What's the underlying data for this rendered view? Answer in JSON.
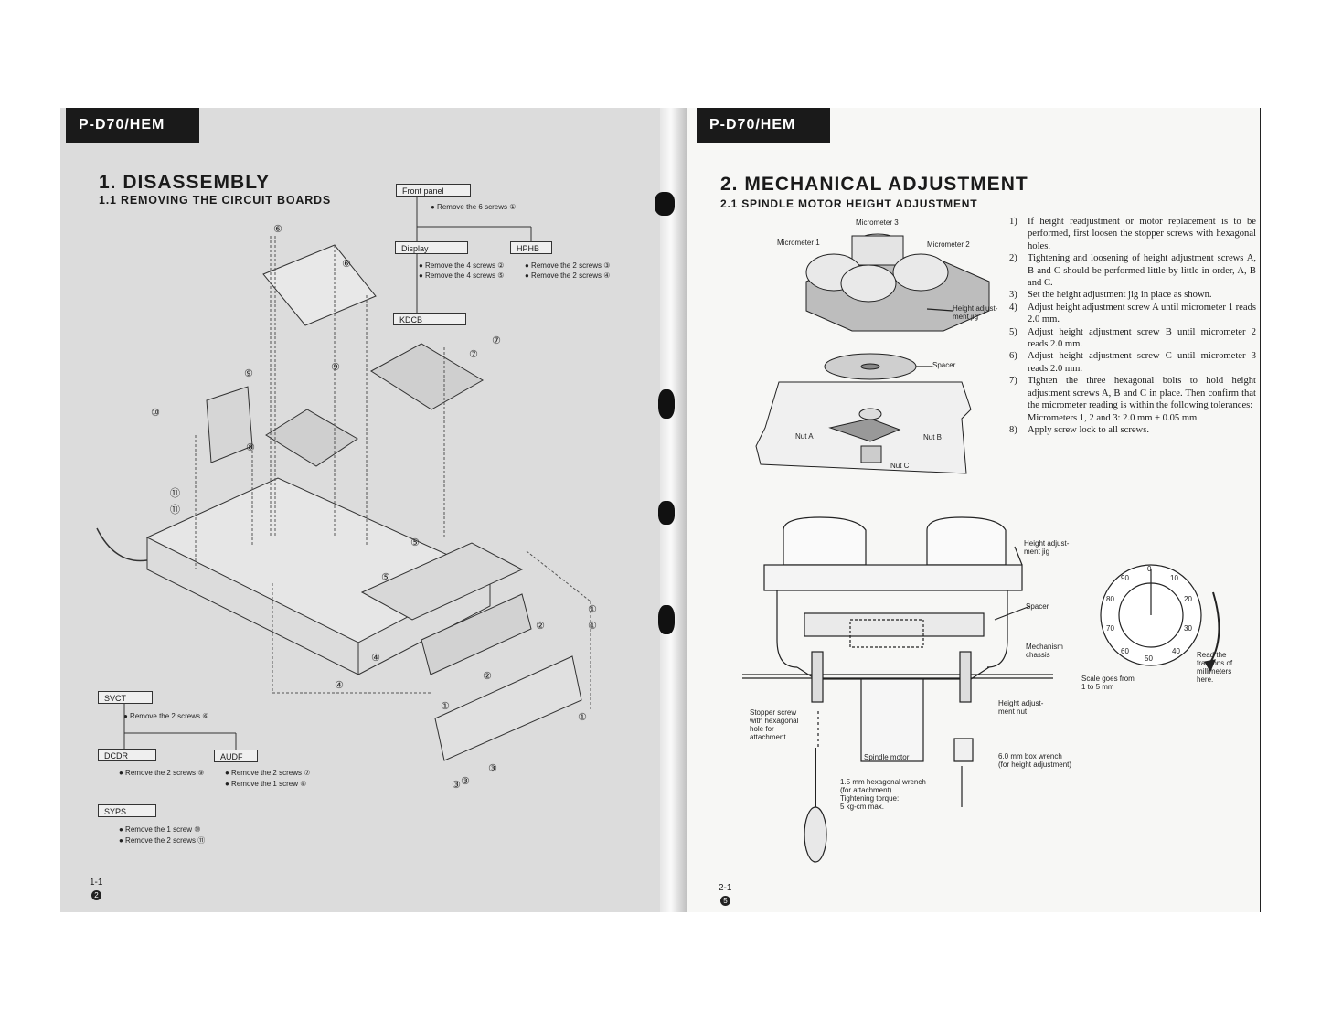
{
  "left_page": {
    "model": "P-D70/HEM",
    "title": "1. DISASSEMBLY",
    "subtitle": "1.1 REMOVING THE CIRCUIT BOARDS",
    "flow": {
      "front_panel": "Front panel",
      "front_note": "● Remove the 6 screws ①",
      "display": "Display",
      "display_notes": [
        "● Remove the 4 screws ②",
        "● Remove the 4 screws ⑤"
      ],
      "hphb": "HPHB",
      "hphb_notes": [
        "● Remove the 2 screws ③",
        "● Remove the 2 screws ④"
      ],
      "kdcb": "KDCB",
      "svct": "SVCT",
      "svct_note": "● Remove the 2 screws ⑥",
      "dcdr": "DCDR",
      "dcdr_note": "● Remove the 2 screws ⑨",
      "audf": "AUDF",
      "audf_notes": [
        "● Remove the 2 screws ⑦",
        "● Remove the 1 screw ⑧"
      ],
      "syps": "SYPS",
      "syps_notes": [
        "● Remove the 1 screw ⑩",
        "● Remove the 2 screws ⑪"
      ]
    },
    "screw_markers": [
      "⑥",
      "⑥",
      "⑦",
      "⑦",
      "⑨",
      "⑨",
      "⑩",
      "⑧",
      "⑪",
      "⑪",
      "⑤",
      "⑤",
      "②",
      "①",
      "①",
      "④",
      "④",
      "②",
      "③",
      "③",
      "①",
      "①",
      "③"
    ],
    "page_num": "1-1",
    "page_dot": "2"
  },
  "right_page": {
    "model": "P-D70/HEM",
    "title": "2. MECHANICAL ADJUSTMENT",
    "subtitle": "2.1 SPINDLE MOTOR HEIGHT ADJUSTMENT",
    "labels": {
      "micrometer3": "Micrometer 3",
      "micrometer1": "Micrometer 1",
      "micrometer2": "Micrometer 2",
      "jig": "Height adjust-\nment jig",
      "spacer": "Spacer",
      "nut_a": "Nut A",
      "nut_b": "Nut B",
      "nut_c": "Nut C",
      "jig2": "Height adjust-\nment jig",
      "spacer2": "Spacer",
      "chassis": "Mechanism\nchassis",
      "stopper": "Stopper screw\nwith hexagonal\nhole for\nattachment",
      "nut2": "Height adjust-\nment nut",
      "spindle_motor": "Spindle motor",
      "wrench": "1.5 mm hexagonal wrench\n(for attachment)\nTightening torque:\n5 kg-cm max.",
      "box_wrench": "6.0 mm box wrench\n(for height adjustment)",
      "scale": "Scale goes from\n1 to 5 mm",
      "read": "Read the\nfractions of\nmillimeters\nhere."
    },
    "dial_ticks": [
      "0",
      "10",
      "20",
      "30",
      "40",
      "50",
      "60",
      "70",
      "80",
      "90"
    ],
    "steps": [
      {
        "n": "1)",
        "t": "If height readjustment or motor replacement is to be performed, first loosen the stopper screws with hexagonal holes."
      },
      {
        "n": "2)",
        "t": "Tightening and loosening of height adjustment screws A, B and C should be performed little by little in order, A, B and C."
      },
      {
        "n": "3)",
        "t": "Set the height adjustment jig in place as shown."
      },
      {
        "n": "4)",
        "t": "Adjust height adjustment screw A until micrometer 1 reads 2.0 mm."
      },
      {
        "n": "5)",
        "t": "Adjust height adjustment screw B until micrometer 2 reads 2.0 mm."
      },
      {
        "n": "6)",
        "t": "Adjust height adjustment screw C until micrometer 3 reads 2.0 mm."
      },
      {
        "n": "7)",
        "t": "Tighten the three hexagonal bolts to hold height adjustment screws A, B and C in place. Then confirm that the micrometer reading is within the following tolerances:"
      },
      {
        "n": "8)",
        "t": "Apply screw lock to all screws."
      }
    ],
    "tolerance": "Micrometers 1, 2 and 3:  2.0 mm ± 0.05 mm",
    "page_num": "2-1",
    "page_dot": "5"
  }
}
